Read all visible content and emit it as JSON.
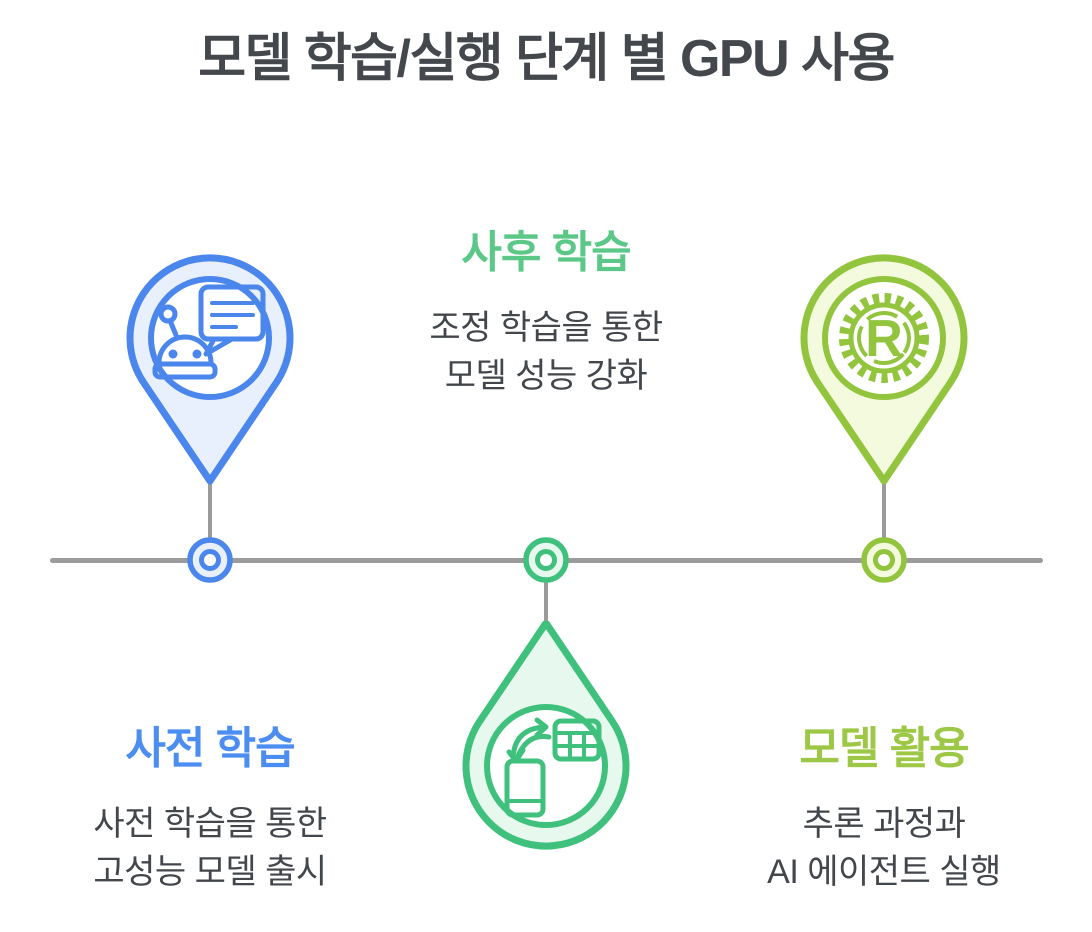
{
  "title": "모델 학습/실행 단계 별 GPU 사용",
  "timeline": {
    "line_color": "#9b9b9b",
    "marker_style": "double-circle"
  },
  "stages": [
    {
      "id": "pre-training",
      "label": "사전 학습",
      "desc_line1": "사전 학습을 통한",
      "desc_line2": "고성능 모델 출시",
      "accent": "#4b86ec",
      "fill": "#e9f0fd",
      "label_color": "#4c8df2",
      "icon": "chatbot-robot-icon",
      "pin_direction": "down",
      "text_position": "below-line"
    },
    {
      "id": "post-training",
      "label": "사후 학습",
      "desc_line1": "조정 학습을 통한",
      "desc_line2": "모델 성능 강화",
      "accent": "#3fc17d",
      "fill": "#e7f8ee",
      "label_color": "#5bc888",
      "icon": "device-sync-icon",
      "pin_direction": "up",
      "text_position": "above-line"
    },
    {
      "id": "model-use",
      "label": "모델 활용",
      "desc_line1": "추론 과정과",
      "desc_line2": "AI 에이전트 실행",
      "accent": "#93c43e",
      "fill": "#f3fade",
      "label_color": "#9dc845",
      "icon": "rust-gear-icon",
      "pin_direction": "down",
      "text_position": "below-line"
    }
  ],
  "text_color": "#43474b",
  "title_color": "#44474c"
}
